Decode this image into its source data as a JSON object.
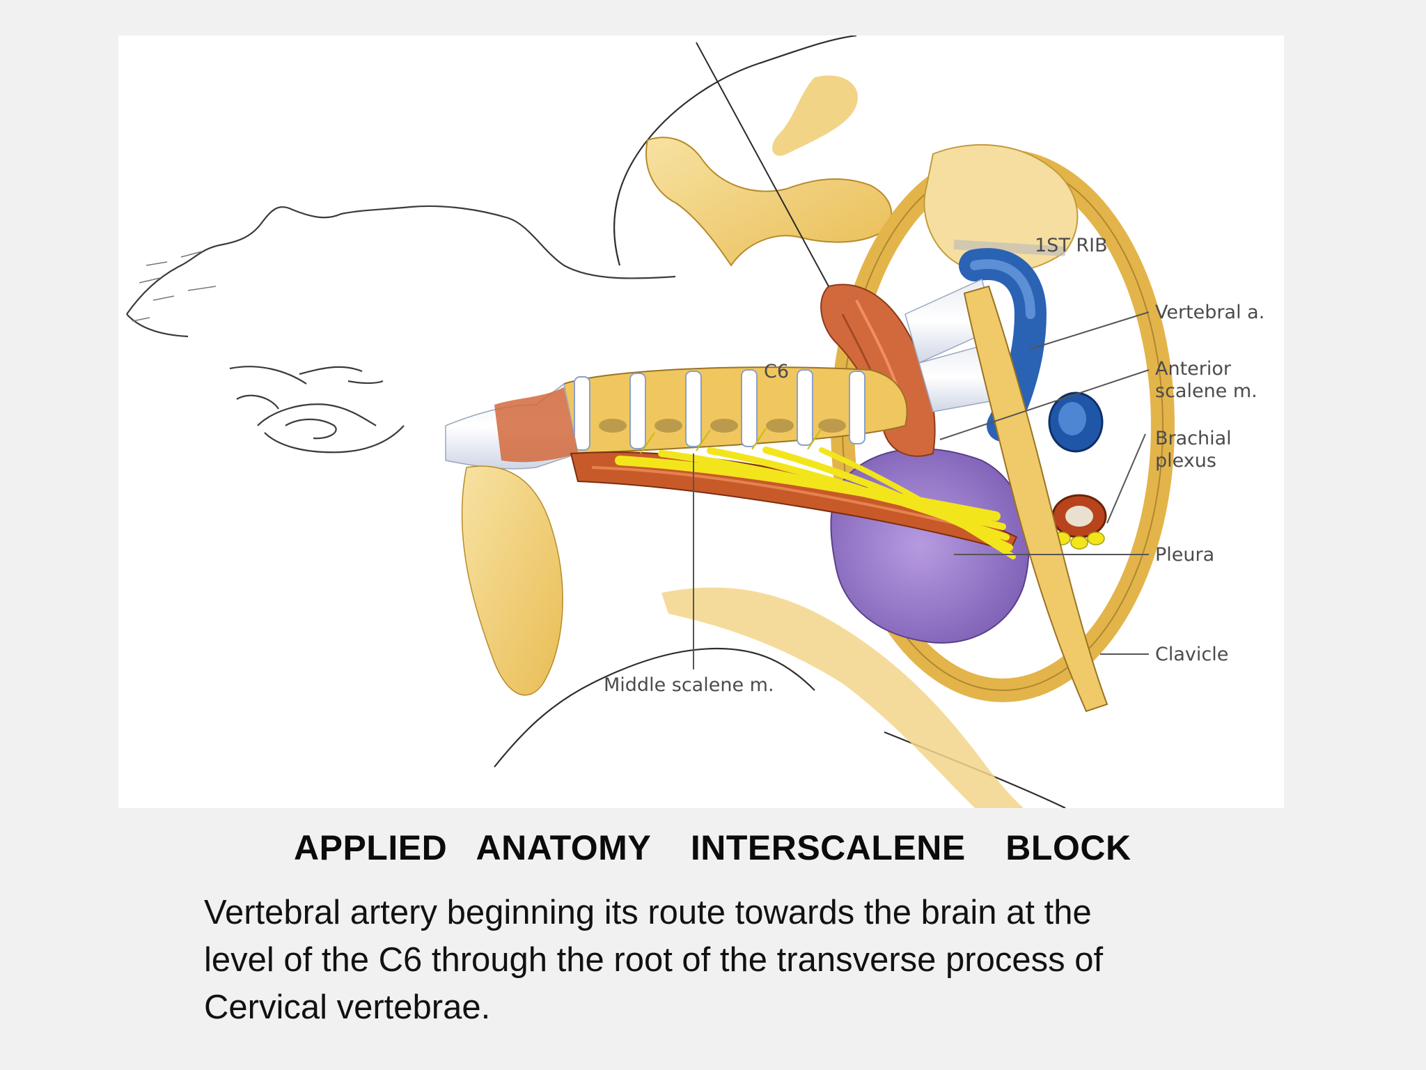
{
  "figure": {
    "labels": {
      "first_rib": "1ST RIB",
      "vertebral_artery": "Vertebral a.",
      "anterior_scalene_1": "Anterior",
      "anterior_scalene_2": "scalene m.",
      "brachial_plexus_1": "Brachial",
      "brachial_plexus_2": "plexus",
      "pleura": "Pleura",
      "clavicle": "Clavicle",
      "c6": "C6",
      "middle_scalene": "Middle scalene m."
    },
    "colors": {
      "bone": "#efc866",
      "bone_light": "#f6dd96",
      "muscle": "#d2693c",
      "artery_blue": "#2a62b4",
      "nerve_yellow": "#f3e51c",
      "pleura_purple": "#9b7fca",
      "outline": "#333333"
    }
  },
  "title": "APPLIED   ANATOMY    INTERSCALENE    BLOCK",
  "caption": {
    "line1": "Vertebral artery beginning its route towards the brain at the",
    "line2": "level of the C6 through the root of the transverse process of",
    "line3": "Cervical vertebrae."
  }
}
